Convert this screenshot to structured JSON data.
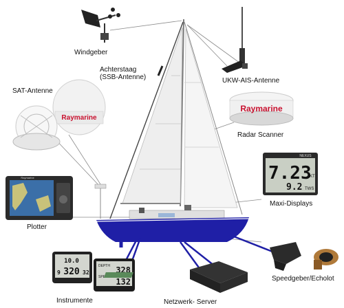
{
  "labels": {
    "windgeber": "Windgeber",
    "achterstaag_line1": "Achterstaag",
    "achterstaag_line2": "(SSB-Antenne)",
    "ukw_ais": "UKW-AIS-Antenne",
    "sat_antenne": "SAT-Antenne",
    "radar_scanner": "Radar Scanner",
    "maxi_displays": "Maxi-Displays",
    "plotter": "Plotter",
    "instrumente": "Instrumente",
    "netzwerk_server": "Netzwerk- Server",
    "speedgeber_echolot": "Speedgeber/Echolot"
  },
  "brand": {
    "sat_logo": "Raymarine",
    "radar_logo": "Raymarine",
    "plotter_logo": "Raymarine",
    "maxi_logo": "NEXUS"
  },
  "maxi_display": {
    "main_value": "7.23",
    "main_unit": "KT",
    "sub_value": "9.2",
    "sub_unit": "TWS"
  },
  "instrument_a": {
    "top": "10.0",
    "mid": "320",
    "left_small": "9",
    "right_small": "32"
  },
  "instrument_b": {
    "header1": "DEPTH",
    "value1": "328",
    "header2": "SPEED",
    "value2": "132"
  },
  "colors": {
    "hull": "#1f1fa6",
    "line": "#6a6a6a",
    "sail": "#f0f0f0",
    "raymarine_red": "#c8102e"
  }
}
